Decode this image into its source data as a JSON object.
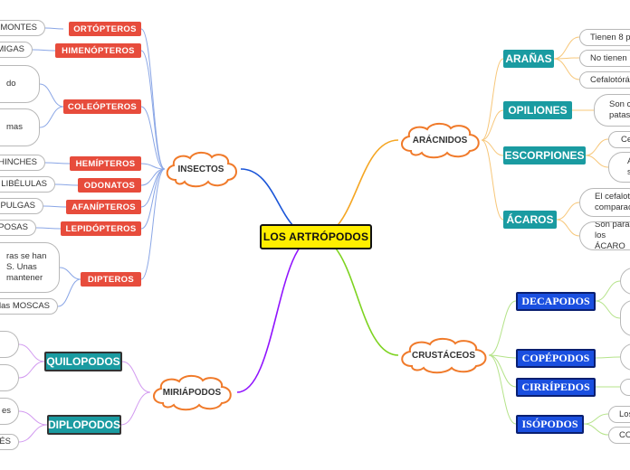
{
  "central": "LOS ARTRÓPODOS",
  "insectos": {
    "label": "INSECTOS",
    "orders": [
      {
        "name": "ORTÓPTEROS",
        "leaves": [
          "MONTES"
        ]
      },
      {
        "name": "HIMENÓPTEROS",
        "leaves": [
          "MIGAS"
        ]
      },
      {
        "name": "COLEÓPTEROS",
        "leaves": [
          "do",
          "mas"
        ]
      },
      {
        "name": "HEMÍPTEROS",
        "leaves": [
          "HINCHES"
        ]
      },
      {
        "name": "ODONATOS",
        "leaves": [
          "LIBÉLULAS"
        ]
      },
      {
        "name": "AFANÍPTEROS",
        "leaves": [
          "PULGAS"
        ]
      },
      {
        "name": "LEPIDÓPTEROS",
        "leaves": [
          "POSAS"
        ]
      },
      {
        "name": "DIPTEROS",
        "leaves": [
          "ras se han\nS. Unas\nmantener",
          "las MOSCAS"
        ]
      }
    ]
  },
  "miriapodos": {
    "label": "MIRIÁPODOS",
    "groups": [
      {
        "name": "QUILOPODOS",
        "leaves": [
          "",
          ""
        ]
      },
      {
        "name": "DIPLOPODOS",
        "leaves": [
          "es",
          "IÉS"
        ]
      }
    ]
  },
  "aracnidos": {
    "label": "ARÁCNIDOS",
    "groups": [
      {
        "name": "ARAÑAS",
        "leaves": [
          "Tienen 8 p",
          "No tienen",
          "Cefalotórá"
        ]
      },
      {
        "name": "OPILIONES",
        "leaves": [
          "Son c\npatas"
        ]
      },
      {
        "name": "ESCORPIONES",
        "leaves": [
          "Ce",
          "A\ns"
        ]
      },
      {
        "name": "ÁCAROS",
        "leaves": [
          "El cefalot\ncomparac",
          "Son parás\nlos ÁCARO"
        ]
      }
    ]
  },
  "crustaceos": {
    "label": "CRUSTÁCEOS",
    "groups": [
      {
        "name": "DECAPODOS",
        "leaves": [
          "",
          ""
        ]
      },
      {
        "name": "COPÉPODOS",
        "leaves": [
          ""
        ]
      },
      {
        "name": "CIRRÍPEDOS",
        "leaves": [
          ""
        ]
      },
      {
        "name": "ISÓPODOS",
        "leaves": [
          "Los",
          "CO"
        ]
      }
    ]
  },
  "colors": {
    "insectos_link": "#1a55d8",
    "aracnidos_link": "#f5a623",
    "crustaceos_link": "#7ed321",
    "miriapodos_link": "#9013fe",
    "insect_branch": "#8aa6e6",
    "arach_branch": "#f7c77a",
    "crust_branch": "#b5e38a",
    "miria_branch": "#d29af0"
  }
}
